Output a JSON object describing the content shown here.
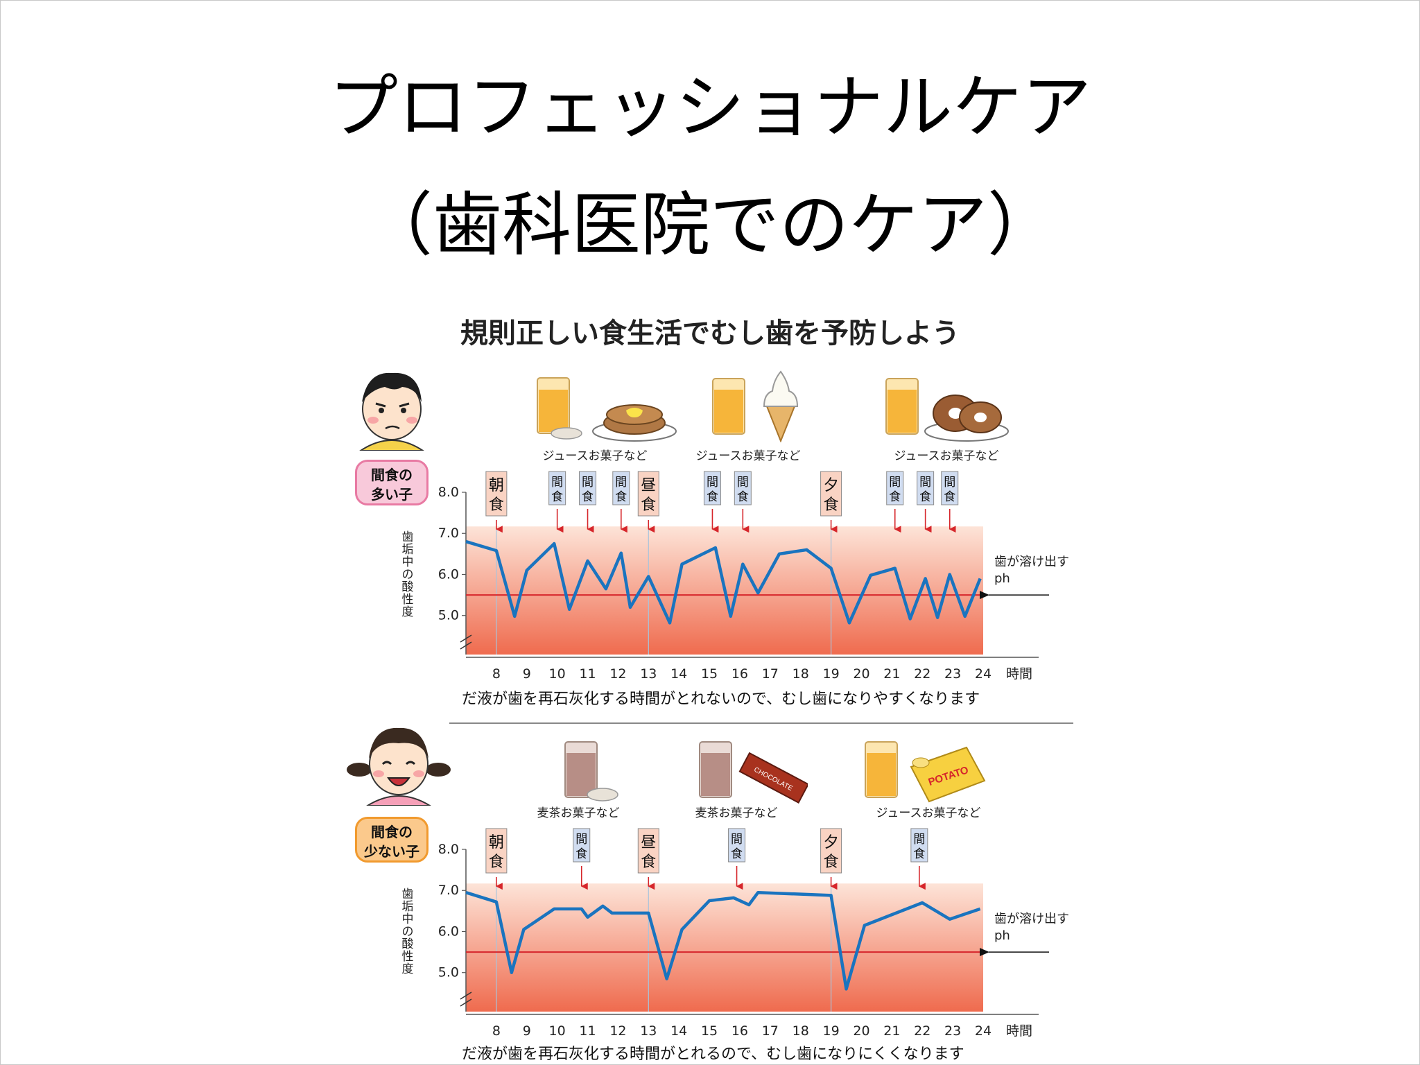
{
  "slide": {
    "title_line1": "プロフェッショナルケア",
    "title_line2": "（歯科医院でのケア）",
    "subtitle": "規則正しい食生活でむし歯を予防しよう"
  },
  "colors": {
    "line": "#1a74bf",
    "threshold": "#d6262b",
    "meal_box": "#f9d3c3",
    "snack_box": "#d0dcf0",
    "arrow": "#d6262b"
  },
  "chart_data": [
    {
      "type": "line",
      "group_label": "間食の\n多い子",
      "ylabel": "歯垢中の酸性度",
      "xlabel": "時間",
      "y_ticks": [
        "8.0",
        "7.0",
        "6.0",
        "5.0"
      ],
      "ylim": [
        4.05,
        8.0
      ],
      "xlim": [
        7,
        24
      ],
      "x_ticks": [
        8,
        9,
        10,
        11,
        12,
        13,
        14,
        15,
        16,
        17,
        18,
        19,
        20,
        21,
        22,
        23,
        24
      ],
      "threshold": {
        "value": 5.5,
        "label_line1": "歯が溶け出す",
        "label_line2": "ph"
      },
      "series": [
        {
          "x": [
            7.0,
            8.0,
            8.6,
            9.0,
            9.9,
            10.4,
            11.0,
            11.6,
            12.1,
            12.4,
            13.0,
            13.7,
            14.1,
            15.2,
            15.7,
            16.1,
            16.6,
            17.3,
            18.2,
            19.0,
            19.6,
            20.3,
            21.1,
            21.6,
            22.1,
            22.5,
            22.9,
            23.4,
            23.9
          ],
          "y": [
            6.8,
            6.58,
            4.98,
            6.1,
            6.75,
            5.15,
            6.33,
            5.65,
            6.52,
            5.2,
            5.95,
            4.82,
            6.25,
            6.65,
            4.98,
            6.25,
            5.55,
            6.5,
            6.6,
            6.15,
            4.82,
            5.98,
            6.15,
            4.92,
            5.9,
            4.95,
            6.0,
            4.98,
            5.9
          ]
        }
      ],
      "events": [
        {
          "x": 8.0,
          "type": "meal",
          "label_top": "朝",
          "label_bottom": "食"
        },
        {
          "x": 10.0,
          "type": "snack",
          "label_top": "間",
          "label_bottom": "食"
        },
        {
          "x": 11.0,
          "type": "snack",
          "label_top": "間",
          "label_bottom": "食"
        },
        {
          "x": 12.1,
          "type": "snack",
          "label_top": "間",
          "label_bottom": "食"
        },
        {
          "x": 13.0,
          "type": "meal",
          "label_top": "昼",
          "label_bottom": "食"
        },
        {
          "x": 15.1,
          "type": "snack",
          "label_top": "間",
          "label_bottom": "食"
        },
        {
          "x": 16.1,
          "type": "snack",
          "label_top": "間",
          "label_bottom": "食"
        },
        {
          "x": 19.0,
          "type": "meal",
          "label_top": "夕",
          "label_bottom": "食"
        },
        {
          "x": 21.1,
          "type": "snack",
          "label_top": "間",
          "label_bottom": "食"
        },
        {
          "x": 22.1,
          "type": "snack",
          "label_top": "間",
          "label_bottom": "食"
        },
        {
          "x": 22.9,
          "type": "snack",
          "label_top": "間",
          "label_bottom": "食"
        }
      ],
      "food_captions": [
        "ジュースお菓子など",
        "ジュースお菓子など",
        "ジュースお菓子など"
      ],
      "caption": "だ液が歯を再石灰化する時間がとれないので、むし歯になりやすくなります"
    },
    {
      "type": "line",
      "group_label": "間食の\n少ない子",
      "ylabel": "歯垢中の酸性度",
      "xlabel": "時間",
      "y_ticks": [
        "8.0",
        "7.0",
        "6.0",
        "5.0"
      ],
      "ylim": [
        4.05,
        8.0
      ],
      "xlim": [
        7,
        24
      ],
      "x_ticks": [
        8,
        9,
        10,
        11,
        12,
        13,
        14,
        15,
        16,
        17,
        18,
        19,
        20,
        21,
        22,
        23,
        24
      ],
      "threshold": {
        "value": 5.5,
        "label_line1": "歯が溶け出す",
        "label_line2": "ph"
      },
      "series": [
        {
          "x": [
            7.0,
            8.0,
            8.5,
            8.9,
            9.9,
            10.8,
            11.0,
            11.5,
            11.8,
            13.0,
            13.6,
            14.1,
            15.0,
            15.8,
            16.3,
            16.6,
            19.0,
            19.5,
            20.1,
            22.0,
            22.9,
            23.9
          ],
          "y": [
            6.95,
            6.72,
            5.0,
            6.05,
            6.55,
            6.55,
            6.35,
            6.62,
            6.45,
            6.45,
            4.85,
            6.05,
            6.75,
            6.82,
            6.65,
            6.95,
            6.88,
            4.6,
            6.15,
            6.7,
            6.3,
            6.55
          ]
        }
      ],
      "events": [
        {
          "x": 8.0,
          "type": "meal",
          "label_top": "朝",
          "label_bottom": "食"
        },
        {
          "x": 10.8,
          "type": "snack",
          "label_top": "間",
          "label_bottom": "食"
        },
        {
          "x": 13.0,
          "type": "meal",
          "label_top": "昼",
          "label_bottom": "食"
        },
        {
          "x": 15.9,
          "type": "snack",
          "label_top": "間",
          "label_bottom": "食"
        },
        {
          "x": 19.0,
          "type": "meal",
          "label_top": "夕",
          "label_bottom": "食"
        },
        {
          "x": 21.9,
          "type": "snack",
          "label_top": "間",
          "label_bottom": "食"
        }
      ],
      "food_captions": [
        "麦茶お菓子など",
        "麦茶お菓子など",
        "ジュースお菓子など"
      ],
      "caption": "だ液が歯を再石灰化する時間がとれるので、むし歯になりにくくなります"
    }
  ],
  "food_items": {
    "chocolate_label": "CHOCOLATE",
    "potato_label": "POTATO"
  }
}
